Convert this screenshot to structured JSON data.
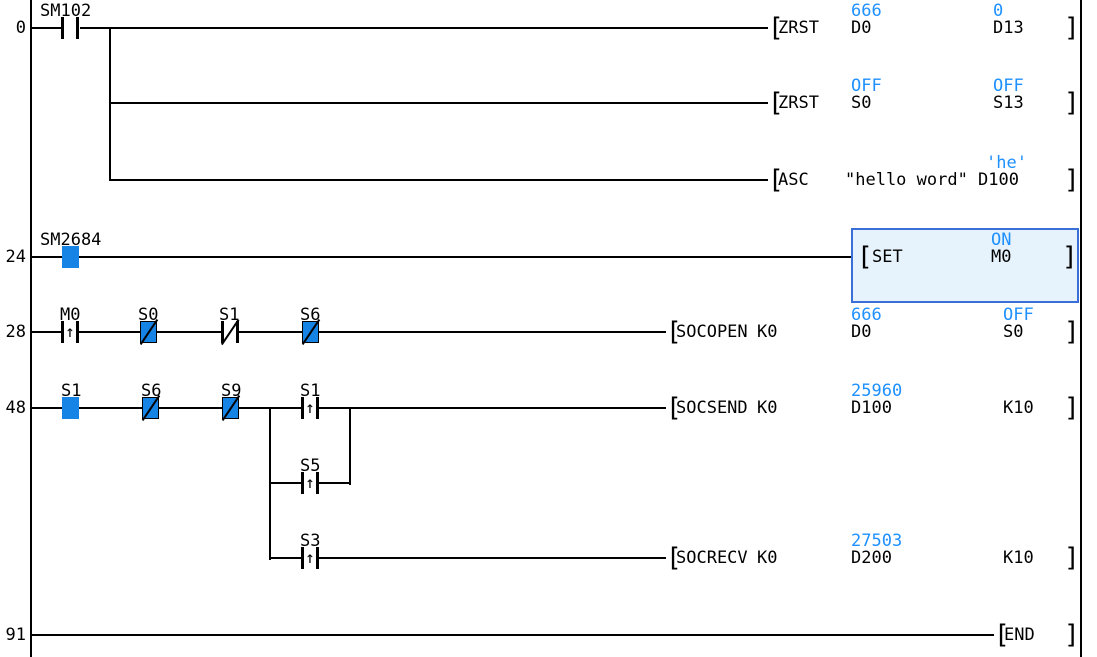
{
  "app": "plc-ladder-monitor",
  "colors": {
    "wire": "#000000",
    "monitor_text": "#1e90ff",
    "energized_contact": "#1584e4",
    "selection_fill": "#e7f3fc",
    "selection_border": "#3a6fd8",
    "background": "#ffffff"
  },
  "symbols": {
    "open_bracket": "[",
    "close_bracket": "]",
    "rising_edge_arrow": "↑"
  },
  "rungs": [
    {
      "step": "0",
      "contacts": [
        {
          "label": "SM102",
          "type": "no",
          "state": "off"
        }
      ],
      "instructions": [
        {
          "mnemonic": "ZRST",
          "operands": [
            {
              "value": "D0",
              "monitor": "666"
            },
            {
              "value": "D13",
              "monitor": "0"
            }
          ]
        },
        {
          "mnemonic": "ZRST",
          "operands": [
            {
              "value": "S0",
              "monitor": "OFF"
            },
            {
              "value": "S13",
              "monitor": "OFF"
            }
          ]
        },
        {
          "mnemonic": "ASC",
          "operands": [
            {
              "value": "\"hello word\""
            },
            {
              "value": "D100",
              "monitor": "'he'"
            }
          ]
        }
      ]
    },
    {
      "step": "24",
      "contacts": [
        {
          "label": "SM2684",
          "type": "no",
          "state": "on"
        }
      ],
      "instructions": [
        {
          "mnemonic": "SET",
          "selected": true,
          "operands": [
            {
              "value": "M0",
              "monitor": "ON"
            }
          ]
        }
      ]
    },
    {
      "step": "28",
      "contacts": [
        {
          "label": "M0",
          "type": "rising-edge",
          "state": "off"
        },
        {
          "label": "S0",
          "type": "nc",
          "state": "on"
        },
        {
          "label": "S1",
          "type": "nc",
          "state": "off"
        },
        {
          "label": "S6",
          "type": "nc",
          "state": "on"
        }
      ],
      "instructions": [
        {
          "mnemonic": "SOCOPEN",
          "operands": [
            {
              "value": "K0"
            },
            {
              "value": "D0",
              "monitor": "666"
            },
            {
              "value": "S0",
              "monitor": "OFF"
            }
          ]
        }
      ]
    },
    {
      "step": "48",
      "contacts": [
        {
          "label": "S1",
          "type": "no",
          "state": "on"
        },
        {
          "label": "S6",
          "type": "nc",
          "state": "on"
        },
        {
          "label": "S9",
          "type": "nc",
          "state": "on"
        },
        {
          "label": "S1",
          "type": "rising-edge",
          "state": "off"
        },
        {
          "label": "S5",
          "type": "rising-edge",
          "state": "off"
        },
        {
          "label": "S3",
          "type": "rising-edge",
          "state": "off"
        }
      ],
      "instructions": [
        {
          "mnemonic": "SOCSEND",
          "operands": [
            {
              "value": "K0"
            },
            {
              "value": "D100",
              "monitor": "25960"
            },
            {
              "value": "K10"
            }
          ]
        },
        {
          "mnemonic": "SOCRECV",
          "operands": [
            {
              "value": "K0"
            },
            {
              "value": "D200",
              "monitor": "27503"
            },
            {
              "value": "K10"
            }
          ]
        }
      ]
    },
    {
      "step": "91",
      "contacts": [],
      "instructions": [
        {
          "mnemonic": "END",
          "operands": []
        }
      ]
    }
  ]
}
